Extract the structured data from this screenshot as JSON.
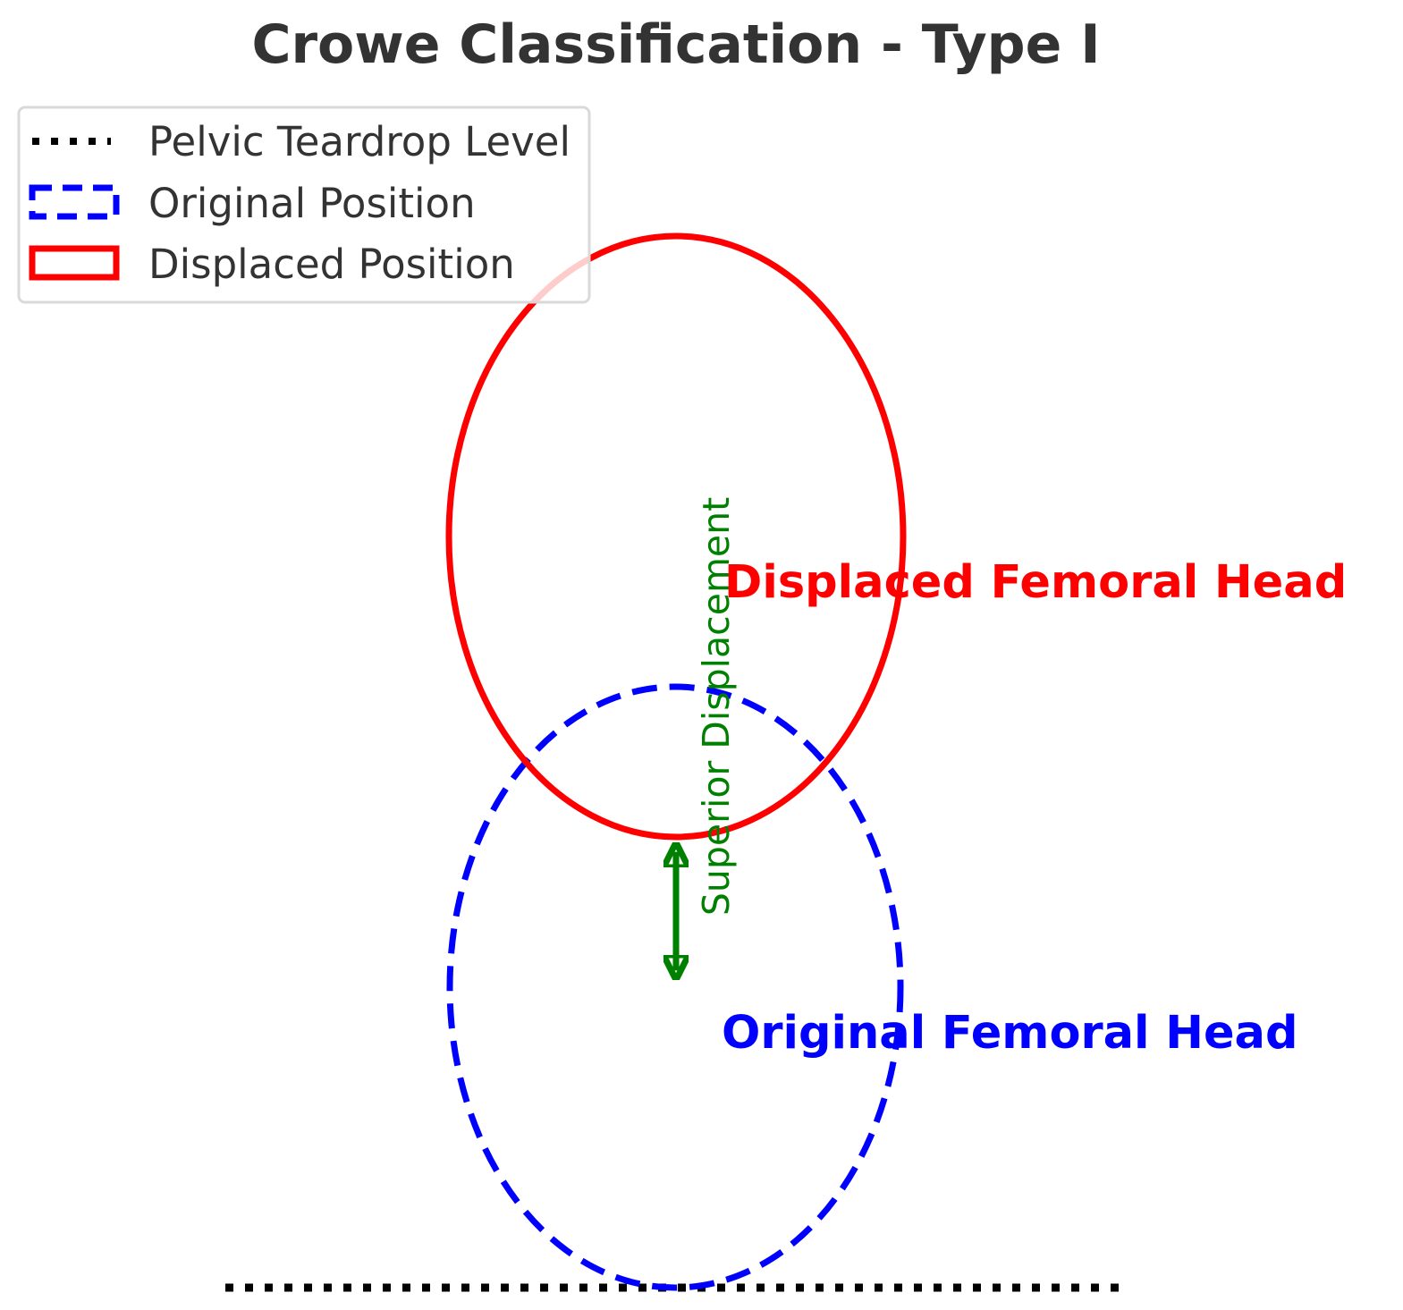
{
  "title": "Crowe Classification - Type I",
  "legend": {
    "items": [
      {
        "label": "Pelvic Teardrop Level",
        "style": "dotted",
        "color": "#000000"
      },
      {
        "label": "Original Position",
        "style": "dashed",
        "color": "#0000ff"
      },
      {
        "label": "Displaced Position",
        "style": "solid",
        "color": "#ff0000"
      }
    ]
  },
  "labels": {
    "displaced_head": "Displaced Femoral Head",
    "original_head": "Original Femoral Head",
    "displacement": "Superior Displacement"
  },
  "colors": {
    "title": "#333333",
    "displaced": "#ff0000",
    "original": "#0000ff",
    "arrow": "#008000",
    "teardrop": "#000000",
    "legend_text": "#333333",
    "legend_border": "#d9d9d9"
  }
}
